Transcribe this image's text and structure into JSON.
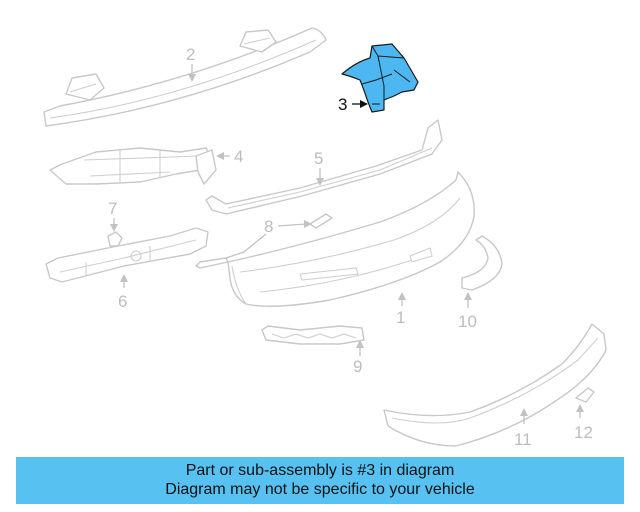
{
  "diagram": {
    "highlighted_part": "3",
    "colors": {
      "highlight": "#4cb7f0",
      "banner": "#57c1f2",
      "line": "#c8c8c8"
    },
    "callouts": [
      "1",
      "2",
      "3",
      "4",
      "5",
      "6",
      "7",
      "8",
      "9",
      "10",
      "11",
      "12"
    ]
  },
  "banner": {
    "line1": "Part or sub-assembly is #3 in diagram",
    "line2": "Diagram may not be specific to your vehicle"
  }
}
